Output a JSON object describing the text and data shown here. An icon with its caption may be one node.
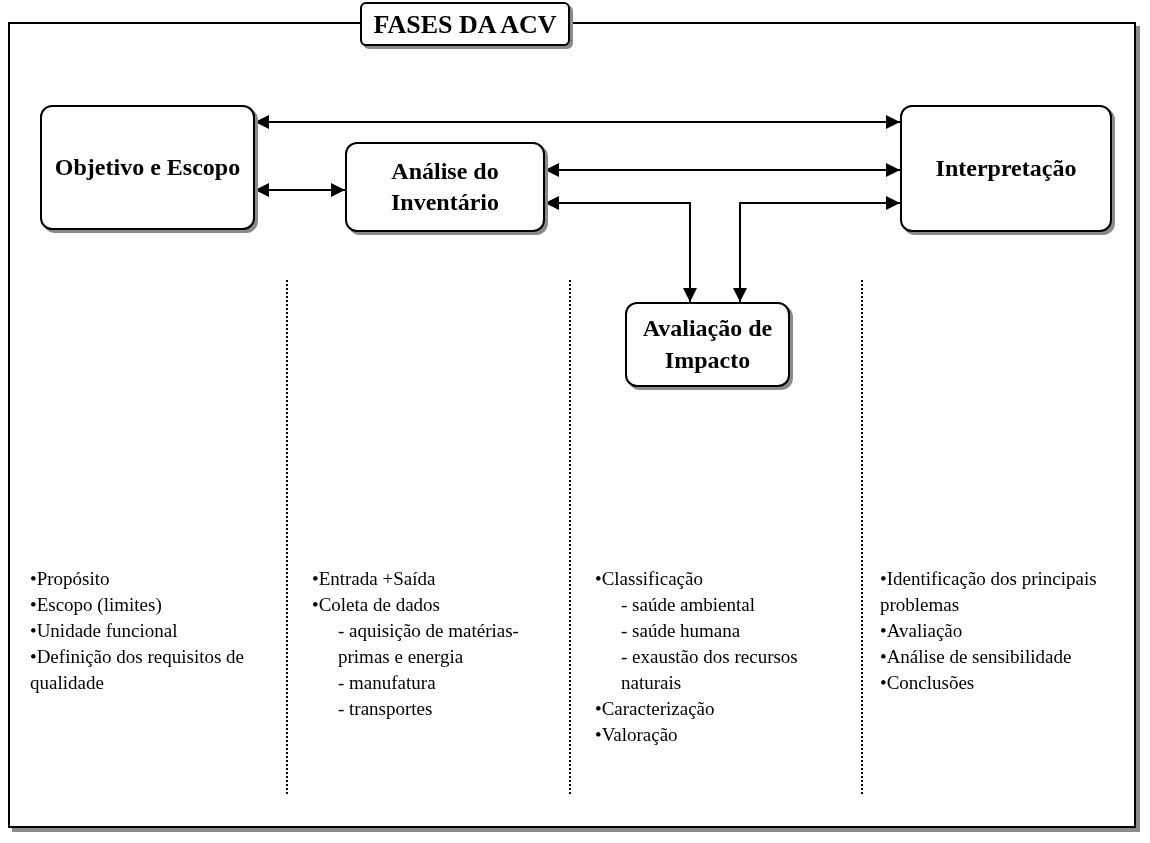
{
  "diagram": {
    "title": "FASES DA ACV",
    "nodes": [
      {
        "text": [
          "Objetivo e Escopo"
        ]
      },
      {
        "text": [
          "Análise do Inventário"
        ]
      },
      {
        "text": [
          "Interpretação"
        ]
      },
      {
        "text": [
          "Avaliação de Impacto"
        ]
      }
    ],
    "edges": [
      {
        "from": 0,
        "to": 2,
        "arrow": "both"
      },
      {
        "from": 0,
        "to": 1,
        "arrow": "both"
      },
      {
        "from": 1,
        "to": 2,
        "arrow": "both"
      },
      {
        "from": 1,
        "to": 3,
        "arrow": "both"
      },
      {
        "from": 3,
        "to": 2,
        "arrow": "both"
      }
    ],
    "labels": [
      "•Propósito",
      "•Escopo (limites)",
      "•Unidade funcional",
      "•Definição dos requisitos de qualidade",
      "•Entrada +Saída",
      "•Coleta de dados",
      "- aquisição de matérias-primas e energia",
      "- manufatura",
      "- transportes",
      "•Classificação",
      "- saúde ambiental",
      "- saúde humana",
      "- exaustão dos recursos naturais",
      "•Caracterização",
      "•Valoração",
      "•Identificação dos principais problemas",
      "•Avaliação",
      "•Análise de sensibilidade",
      "•Conclusões"
    ]
  }
}
